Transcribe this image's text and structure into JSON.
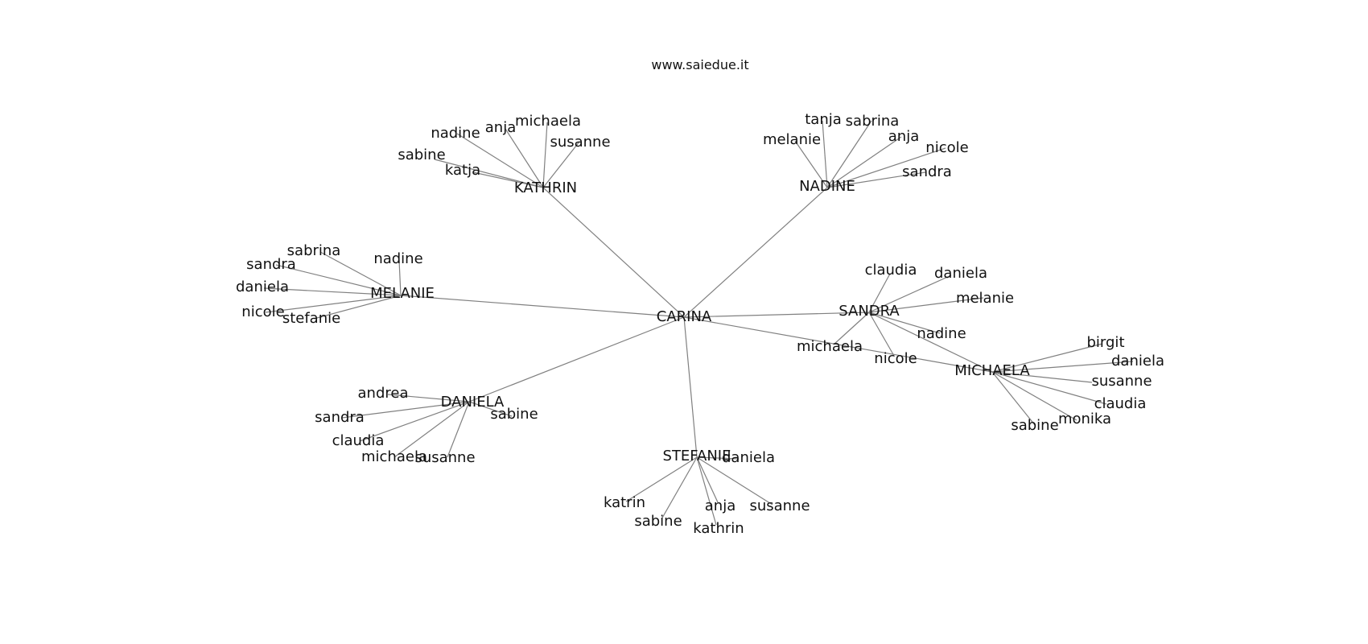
{
  "header": {
    "site": "www.saiedue.it"
  },
  "graph": {
    "root": "CARINA",
    "hubs": [
      {
        "name": "KATHRIN",
        "friends": [
          "nadine",
          "anja",
          "michaela",
          "susanne",
          "sabine",
          "katja"
        ]
      },
      {
        "name": "NADINE",
        "friends": [
          "tanja",
          "sabrina",
          "melanie",
          "anja",
          "nicole",
          "sandra"
        ]
      },
      {
        "name": "MELANIE",
        "friends": [
          "sabrina",
          "sandra",
          "nadine",
          "daniela",
          "nicole",
          "stefanie"
        ]
      },
      {
        "name": "SANDRA",
        "friends": [
          "claudia",
          "daniela",
          "melanie",
          "nadine",
          "michaela",
          "nicole"
        ]
      },
      {
        "name": "MICHAELA",
        "friends": [
          "birgit",
          "daniela",
          "susanne",
          "claudia",
          "monika",
          "sabine"
        ]
      },
      {
        "name": "DANIELA",
        "friends": [
          "andrea",
          "sandra",
          "sabine",
          "claudia",
          "michaela",
          "susanne"
        ]
      },
      {
        "name": "STEFANIE",
        "friends": [
          "daniela",
          "katrin",
          "anja",
          "susanne",
          "sabine",
          "kathrin"
        ]
      }
    ],
    "colors": {
      "edge": "#808080",
      "text": "#111111",
      "background": "#ffffff"
    }
  }
}
